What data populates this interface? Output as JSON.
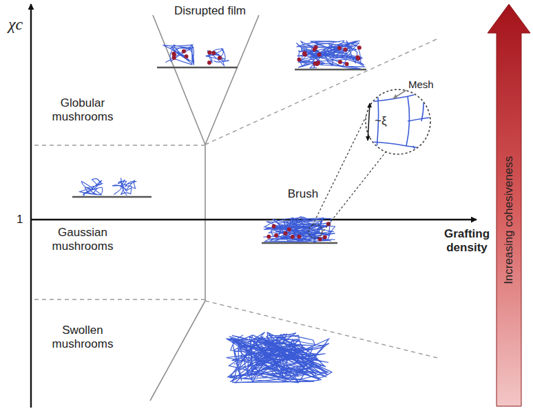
{
  "diagram": {
    "labels": [
      "χc",
      "Disrupted film",
      "Globular mushrooms",
      "1",
      "Gaussian mushrooms",
      "Swollen mushrooms",
      "Brush",
      "Mesh",
      "~ξ",
      "Grafting density",
      "Increasing cohesiveness"
    ]
  }
}
